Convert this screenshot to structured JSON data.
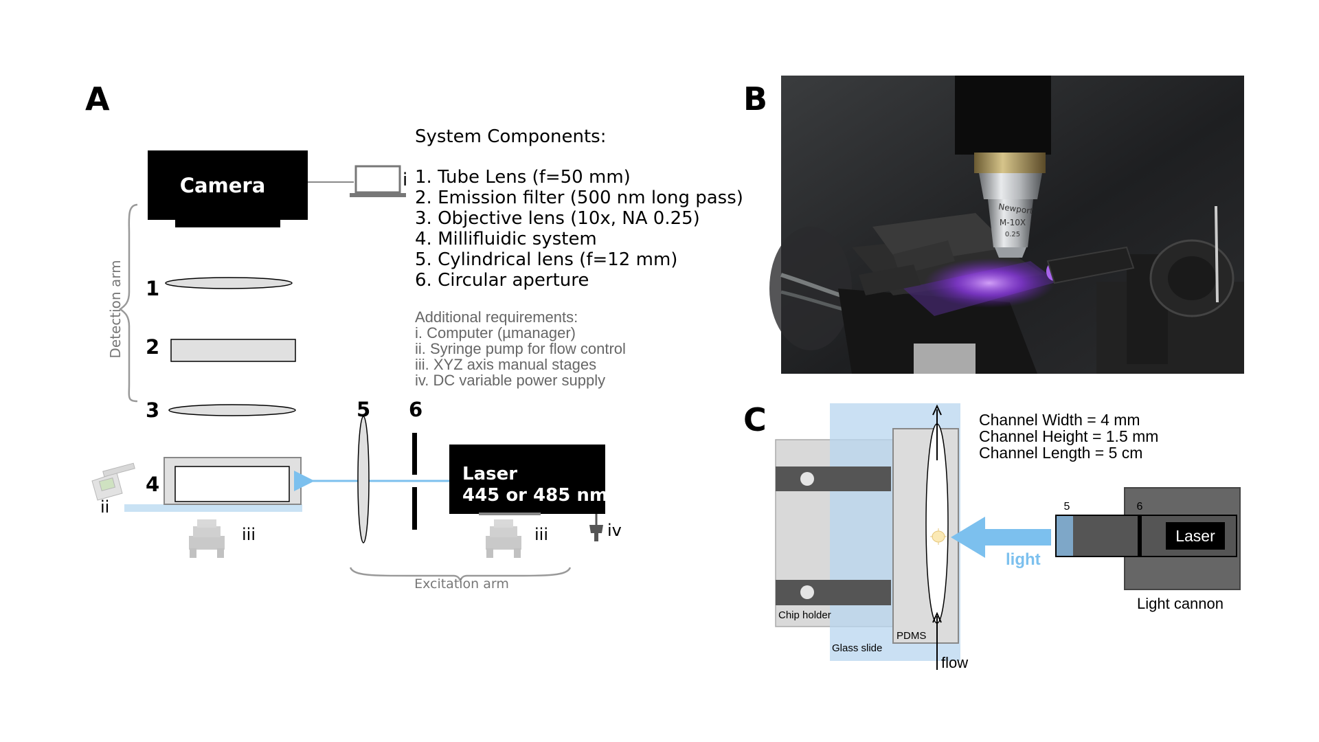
{
  "panel_a": {
    "label": "A",
    "camera_label": "Camera",
    "computer_mark": "i",
    "detection_arm_label": "Detection arm",
    "component_numbers": [
      "1",
      "2",
      "3",
      "4",
      "5",
      "6"
    ],
    "laser_line1": "Laser",
    "laser_line2": "445 or 485 nm",
    "syringe_mark": "ii",
    "stage_mark_left": "iii",
    "stage_mark_right": "iii",
    "power_mark": "iv",
    "excitation_arm_label": "Excitation arm",
    "components_title": "System Components:",
    "components": [
      "1. Tube Lens (f=50 mm)",
      "2. Emission filter (500 nm long pass)",
      "3. Objective lens (10x, NA 0.25)",
      "4. Millifluidic system",
      "5. Cylindrical lens (f=12 mm)",
      "6. Circular aperture"
    ],
    "requirements_title": "Additional requirements:",
    "requirements": [
      "i. Computer (µmanager)",
      "ii. Syringe pump for flow control",
      "iii. XYZ axis manual stages",
      "iv. DC variable power supply"
    ]
  },
  "panel_b": {
    "label": "B",
    "objective_brand": "Newport",
    "objective_model": "M-10X",
    "objective_na": "0.25"
  },
  "panel_c": {
    "label": "C",
    "channel_width": "Channel Width = 4 mm",
    "channel_height": "Channel Height = 1.5 mm",
    "channel_length": "Channel Length = 5 cm",
    "chip_holder_label": "Chip holder",
    "glass_slide_label": "Glass slide",
    "pdms_label": "PDMS",
    "flow_label": "flow",
    "light_label": "light",
    "num5": "5",
    "num6": "6",
    "laser_label": "Laser",
    "light_cannon_label": "Light cannon"
  },
  "colors": {
    "beam_blue": "#7cc0ee",
    "glass_blue": "#c9e2f4",
    "lens_grey": "#e0e0e0",
    "text_grey": "#666666",
    "dark_grey": "#555555",
    "purple_glow": "#a64dff"
  }
}
